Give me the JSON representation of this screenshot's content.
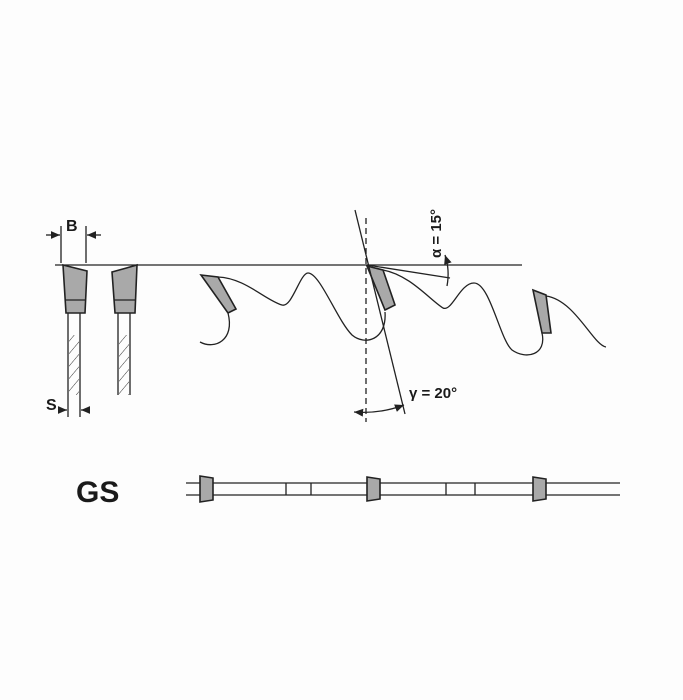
{
  "diagram": {
    "dimension_b": "B",
    "dimension_s": "S",
    "clearance_angle": "α = 15°",
    "rake_angle": "γ = 20°",
    "tooth_type": "GS",
    "colors": {
      "carbide": "#a9a9a9",
      "line": "#222222"
    }
  }
}
